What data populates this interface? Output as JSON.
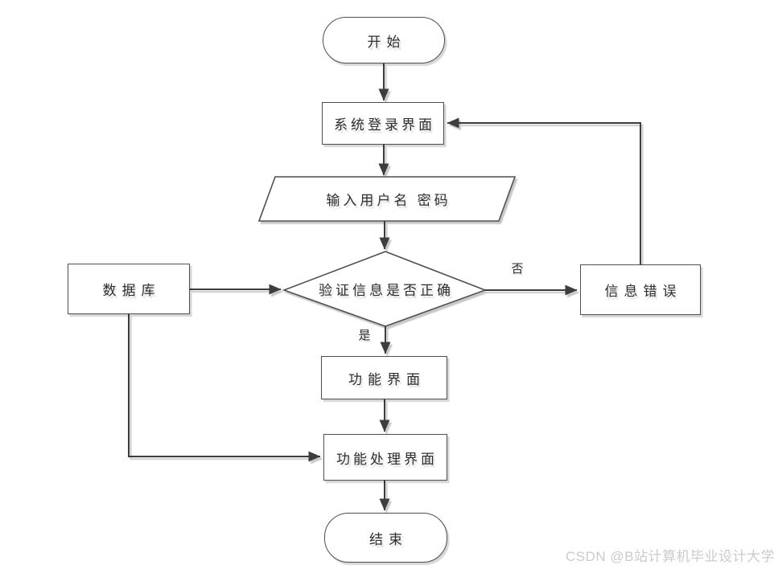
{
  "page": {
    "background": "#ffffff",
    "watermark": "CSDN @B站计算机毕业设计大学"
  },
  "flowchart": {
    "nodes": {
      "start": {
        "label": "开始",
        "shape": "terminator"
      },
      "login": {
        "label": "系统登录界面",
        "shape": "process"
      },
      "input": {
        "label": "输入用户名 密码",
        "shape": "data"
      },
      "verify": {
        "label": "验证信息是否正确",
        "shape": "decision"
      },
      "database": {
        "label": "数据库",
        "shape": "process"
      },
      "error": {
        "label": "信息错误",
        "shape": "process"
      },
      "function_ui": {
        "label": "功能界面",
        "shape": "process"
      },
      "process_ui": {
        "label": "功能处理界面",
        "shape": "process"
      },
      "end": {
        "label": "结束",
        "shape": "terminator"
      }
    },
    "edge_labels": {
      "yes": "是",
      "no": "否"
    },
    "colors": {
      "line": "#3d3d3d",
      "border": "#4f4f4f",
      "text": "#2e2e2e",
      "shadow": "#c8c8c8",
      "watermark": "#cbcbcb"
    }
  }
}
